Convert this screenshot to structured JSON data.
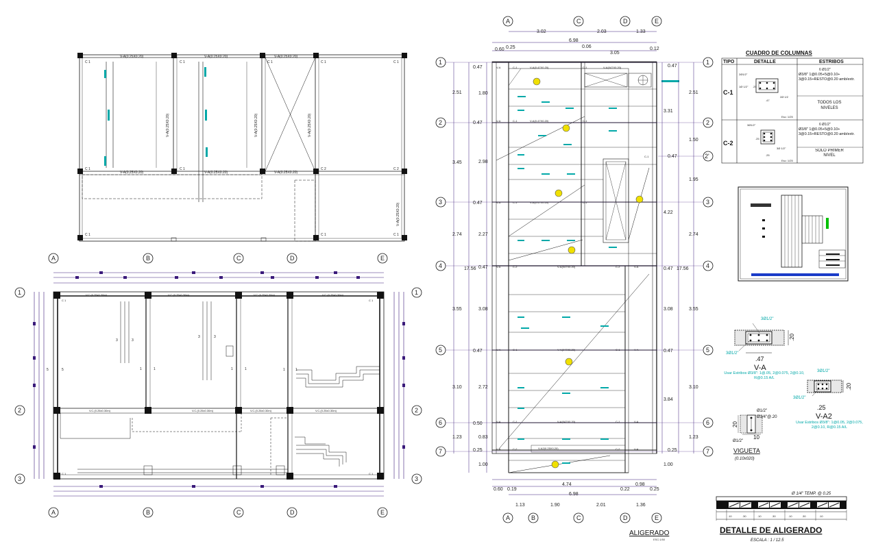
{
  "top_left_plan": {
    "beam_top": "V-A(0.25X0.20)",
    "beam_mid": "V-A(0.25X0.20)",
    "beam_vert": "V-A(0.25X0.20)",
    "col": "C 1",
    "col2": "C 2"
  },
  "bottom_left_plan": {
    "axes_h": [
      "A",
      "B",
      "C",
      "D",
      "E"
    ],
    "axes_v": [
      "1",
      "2",
      "3"
    ],
    "beam_vc": "V.C.(0.25x0.30m)",
    "col": "C 1",
    "num_labels": [
      "3",
      "5",
      "1",
      "3"
    ]
  },
  "aligerado_plan": {
    "axes_h_top": [
      "A",
      "C",
      "D",
      "E"
    ],
    "axes_h_bottom": [
      "A",
      "B",
      "C",
      "D",
      "E"
    ],
    "axes_v": [
      "1",
      "2",
      "2'",
      "3",
      "4",
      "5",
      "6",
      "7"
    ],
    "top_dims_1": [
      "3.02",
      "2.03",
      "1.33"
    ],
    "top_dims_2": "6.98",
    "top_dims_3": [
      "0.60",
      "0.25",
      "0.06",
      "3.05",
      "0.12"
    ],
    "left_dims_outer": [
      "2.51",
      "3.45",
      "2.74",
      "3.55",
      "3.10",
      "1.23"
    ],
    "left_dims_inner": [
      "0.47",
      "1.80",
      "0.47",
      "2.98",
      "0.47",
      "2.27",
      "0.47",
      "3.08",
      "0.47",
      "2.72",
      "0.50",
      "0.83",
      "0.25",
      "1.00"
    ],
    "total_left": "17.56",
    "total_right": "17.56",
    "right_dims_inner": [
      "0.47",
      "3.31",
      "0.47",
      "4.22",
      "0.47",
      "3.08",
      "0.47",
      "3.84",
      "0.25",
      "1.00"
    ],
    "right_dims_outer": [
      "2.51",
      "1.50",
      "1.95",
      "2.74",
      "3.55",
      "3.10",
      "1.23"
    ],
    "bottom_dims_1": [
      "0.60",
      "0.19",
      "4.74",
      "0.22",
      "0.98",
      "0.25"
    ],
    "bottom_dims_2": "6.98",
    "bottom_dims_3": [
      "1.13",
      "1.90",
      "2.01",
      "1.36"
    ],
    "beam_labels": [
      "V-A(0.47X0.20)",
      "V-A(047X0.20)",
      "V-A(0.47X0.20)",
      "V-A(0.47X0.20)",
      "V-A(047X0.20)",
      "V-A(047X0.20)",
      "V-A(047X0.20)",
      "V-A2(0.25X0.20)"
    ],
    "col_c1": "C-1",
    "col_c2": "C-2",
    "va": "V-A",
    "title": "ALIGERADO",
    "scale": "ESC:1/50"
  },
  "cuadro_columnas": {
    "title": "CUADRO DE COLUMNAS",
    "headers": [
      "TIPO",
      "DETALLE",
      "ESTRIBOS"
    ],
    "rows": [
      {
        "tipo": "C-1",
        "bars": "6 Ø1/2\"",
        "estribos": "Ø3/8\" 1@0.05+5@0.10+ 3@0.15+RESTO@0.20 amb/extr.",
        "nivel": "TODOS LOS NIVELES",
        "esc": "Esc: 1/25",
        "det_a": "2Ø1/2\"",
        "det_b": "1Ø 1/2\"",
        "det_c": "2Ø 1/2",
        "det_dim1": ".25",
        "det_dim2": ".47"
      },
      {
        "tipo": "C-2",
        "bars": "6 Ø1/2\"",
        "estribos": "Ø3/8\" 1@0.05+5@0.10+ 3@0.15+RESTO@0.20 amb/extr.",
        "nivel": "SOLO PRIMER NIVEL",
        "esc": "Esc: 1/25",
        "det_a": "3Ø1/2\"",
        "det_b": "3Ø 1/2\"",
        "det_dim1": ".25",
        "det_dim2": ".25"
      }
    ]
  },
  "beam_details": {
    "va": {
      "top": "3Ø1/2\"",
      "bottom": "3Ø1/2\"",
      "height": ".20",
      "width": ".47",
      "name": "V-A",
      "note": "Usar Estribos Ø3/8\": 1@.05, 2@0.075, 2@0.10, R@0.15 A/L"
    },
    "va2": {
      "top": "3Ø1/2\"",
      "bottom": "3Ø1/2\"",
      "height": ".20",
      "width": ".25",
      "name": "V-A2",
      "note": "Usar Estribos Ø3/8\": 1@0.05, 2@0.075, 2@0.10, R@0.15 A/L"
    },
    "vigueta": {
      "top": "Ø1/2\"",
      "mid": "Ø1/4\"@.20",
      "bottom": "Ø1/2\"",
      "height": "20",
      "width": "10",
      "name": "VIGUETA",
      "size": "(0.10x020)"
    }
  },
  "aligerado_detail": {
    "temp": "Ø 1/4\" TEMP. @ 0.25",
    "dims": [
      ".10",
      ".30",
      ".10",
      ".30",
      ".10",
      ".30",
      ".10"
    ],
    "title": "DETALLE DE ALIGERADO",
    "scale": "ESCALA : 1 / 12.5"
  },
  "colors": {
    "line": "#111111",
    "dim": "#3a1a7a",
    "rebar": "#00a8a8",
    "node": "#f0e000",
    "detail_blue": "#1a3cc8",
    "green": "#00c000"
  }
}
